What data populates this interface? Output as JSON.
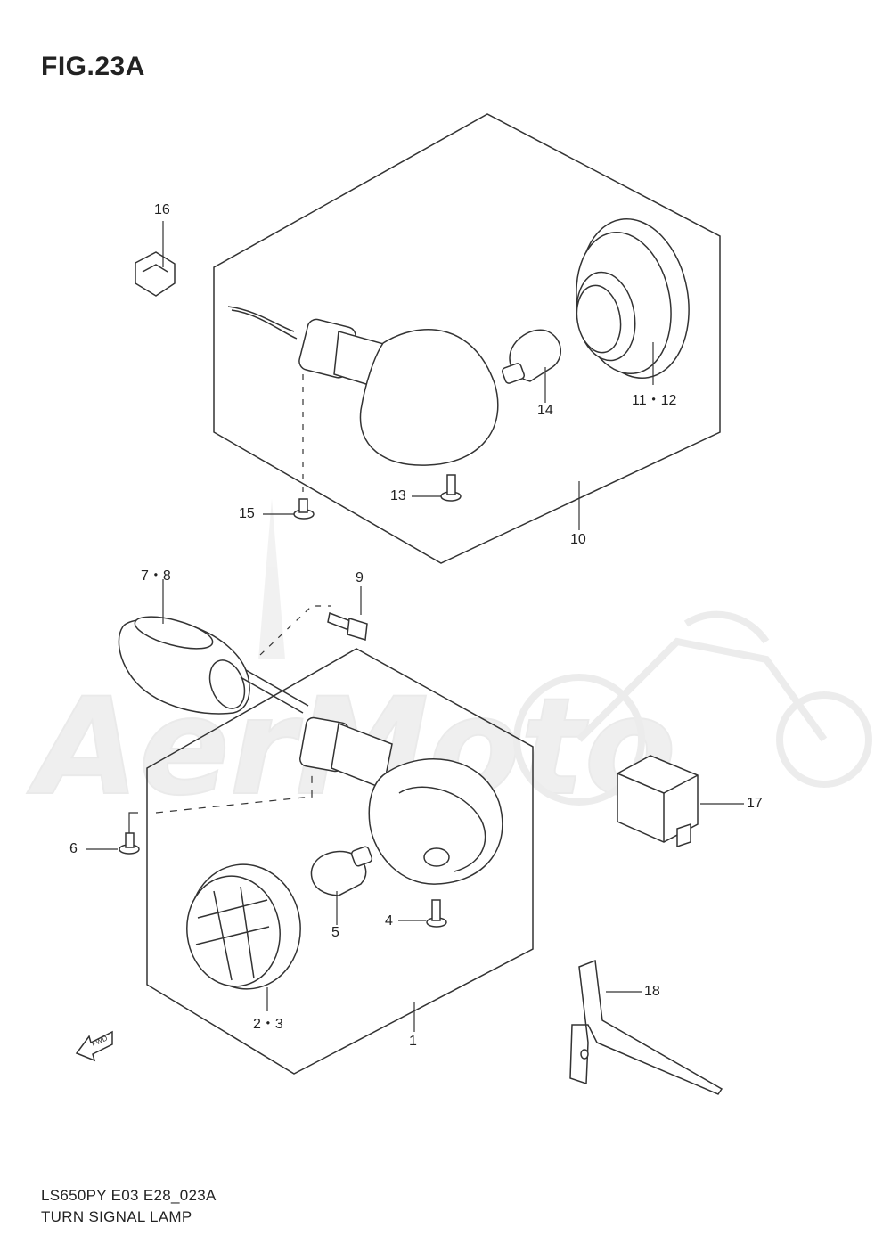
{
  "figure": {
    "title": "FIG.23A"
  },
  "callouts": {
    "c16": "16",
    "c11_12": "11・12",
    "c14": "14",
    "c13": "13",
    "c15": "15",
    "c10": "10",
    "c7_8": "7・8",
    "c9": "9",
    "c17": "17",
    "c6": "6",
    "c5": "5",
    "c4": "4",
    "c2_3": "2・3",
    "c1": "1",
    "c18": "18"
  },
  "fwd_label": "FWD",
  "watermark": "AerMoto",
  "footer": {
    "code": "LS650PY E03 E28_023A",
    "name": "TURN SIGNAL LAMP"
  }
}
